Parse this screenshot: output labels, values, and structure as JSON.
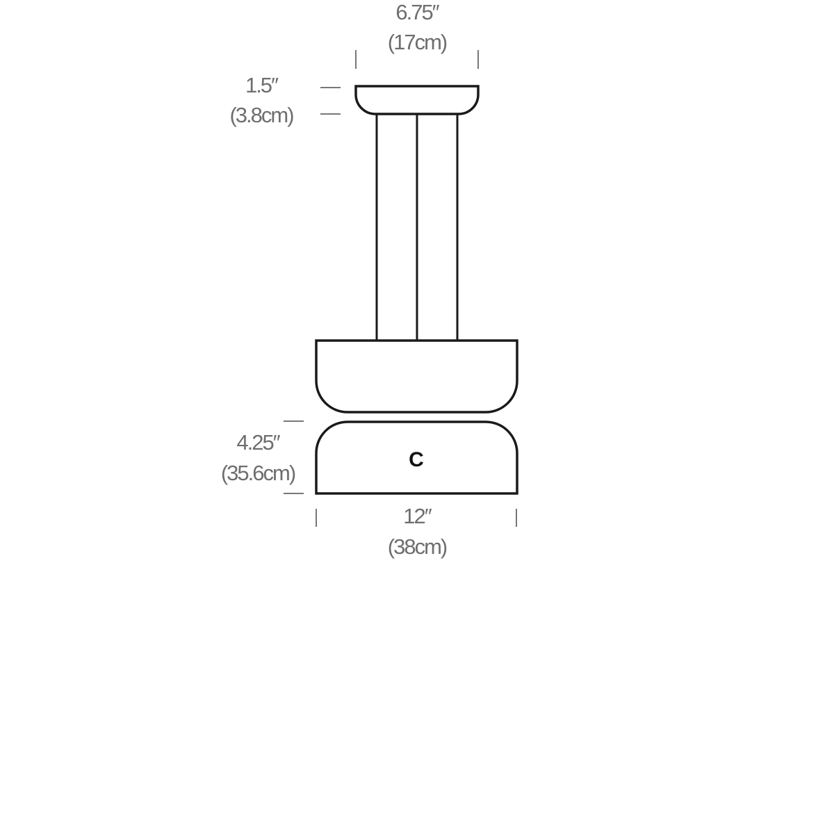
{
  "diagram": {
    "canopy_width": {
      "imperial": "6.75″",
      "metric": "(17cm)"
    },
    "canopy_height": {
      "imperial": "1.5″",
      "metric": "(3.8cm)"
    },
    "shade_height": {
      "imperial": "4.25″",
      "metric": "(35.6cm)"
    },
    "shade_width": {
      "imperial": "12″",
      "metric": "(38cm)"
    },
    "part_label": "C",
    "colors": {
      "line": "#1a1a1a",
      "dimension_text": "#6e6e6e"
    }
  }
}
